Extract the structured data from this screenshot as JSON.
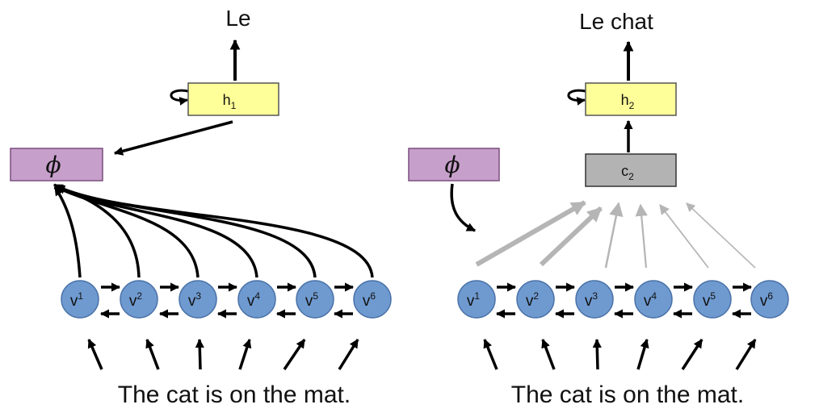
{
  "left_panel": {
    "output_word": "Le",
    "hidden_label": "h",
    "hidden_sub": "1",
    "phi_label": "ϕ",
    "sentence": "The cat is on the mat.",
    "nodes": [
      {
        "label": "v",
        "sup": "1"
      },
      {
        "label": "v",
        "sup": "2"
      },
      {
        "label": "v",
        "sup": "3"
      },
      {
        "label": "v",
        "sup": "4"
      },
      {
        "label": "v",
        "sup": "5"
      },
      {
        "label": "v",
        "sup": "6"
      }
    ]
  },
  "right_panel": {
    "output_word": "Le chat",
    "hidden_label": "h",
    "hidden_sub": "2",
    "context_label": "c",
    "context_sub": "2",
    "phi_label": "ϕ",
    "sentence": "The cat is on the mat.",
    "nodes": [
      {
        "label": "v",
        "sup": "1"
      },
      {
        "label": "v",
        "sup": "2"
      },
      {
        "label": "v",
        "sup": "3"
      },
      {
        "label": "v",
        "sup": "4"
      },
      {
        "label": "v",
        "sup": "5"
      },
      {
        "label": "v",
        "sup": "6"
      }
    ],
    "attention_weights": [
      1.0,
      0.9,
      0.45,
      0.35,
      0.25,
      0.2
    ]
  },
  "colors": {
    "node_fill": "#6f9ad0",
    "node_stroke": "#4a72a8",
    "hidden_fill": "#ffff99",
    "hidden_stroke": "#555555",
    "phi_fill": "#c79fcb",
    "phi_stroke": "#7a4f7e",
    "context_fill": "#b3b3b3",
    "context_stroke": "#333333",
    "arrow": "#000000",
    "attention_arrow": "#b5b5b5"
  }
}
